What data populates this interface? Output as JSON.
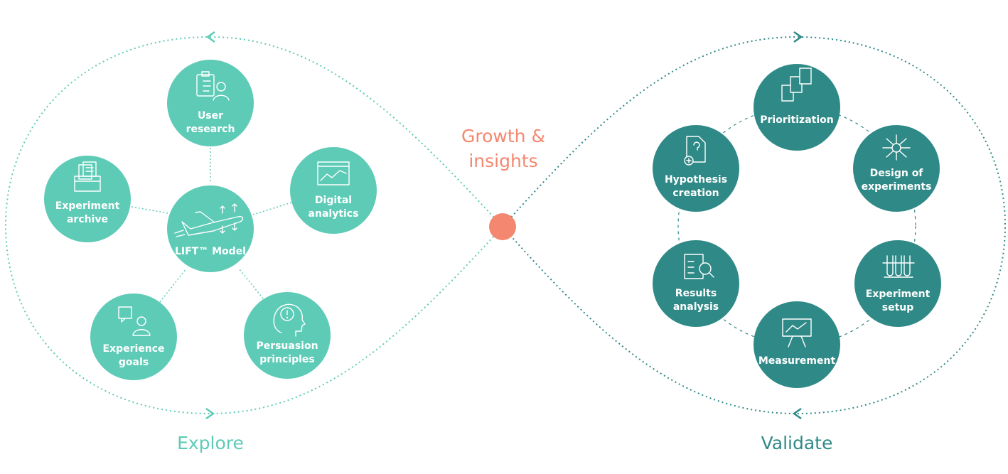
{
  "colors": {
    "explore": "#5ecbb7",
    "validate": "#2f8a87",
    "accent": "#f4876f"
  },
  "center": {
    "line1": "Growth &",
    "line2": "insights"
  },
  "explore": {
    "title": "Explore",
    "hub": {
      "label": "LIFT™ Model",
      "icon": "airplane-icon"
    },
    "nodes": [
      {
        "line1": "User",
        "line2": "research",
        "icon": "clipboard-user-icon"
      },
      {
        "line1": "Experiment",
        "line2": "archive",
        "icon": "archive-box-icon"
      },
      {
        "line1": "Digital",
        "line2": "analytics",
        "icon": "browser-chart-icon"
      },
      {
        "line1": "Experience",
        "line2": "goals",
        "icon": "user-dollar-icon"
      },
      {
        "line1": "Persuasion",
        "line2": "principles",
        "icon": "head-exclamation-icon"
      }
    ]
  },
  "validate": {
    "title": "Validate",
    "nodes": [
      {
        "line1": "Prioritization",
        "line2": "",
        "icon": "numbered-pages-icon"
      },
      {
        "line1": "Design of",
        "line2": "experiments",
        "icon": "network-icon"
      },
      {
        "line1": "Experiment",
        "line2": "setup",
        "icon": "test-tubes-icon"
      },
      {
        "line1": "Measurement",
        "line2": "",
        "icon": "presentation-board-icon"
      },
      {
        "line1": "Results",
        "line2": "analysis",
        "icon": "document-magnifier-icon"
      },
      {
        "line1": "Hypothesis",
        "line2": "creation",
        "icon": "document-question-icon"
      }
    ]
  }
}
